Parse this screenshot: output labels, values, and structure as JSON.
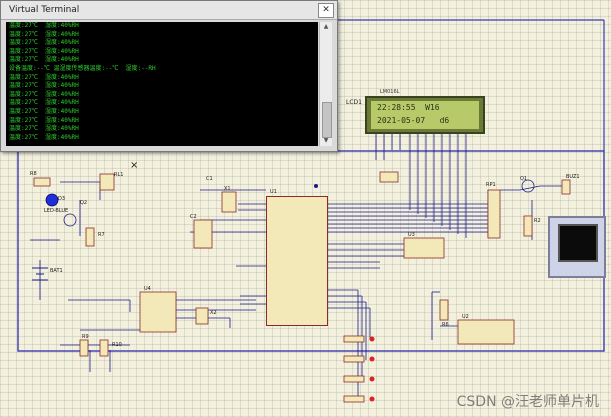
{
  "terminal": {
    "title": "Virtual Terminal",
    "close_glyph": "✕",
    "lines": [
      "温度:27℃  湿度:40%RH",
      "温度:27℃  湿度:40%RH",
      "温度:27℃  湿度:40%RH",
      "温度:27℃  湿度:40%RH",
      "温度:27℃  湿度:40%RH",
      "设备温度:--℃ 温湿度传感器温度:--℃  湿度:--RH",
      "温度:27℃  湿度:40%RH",
      "温度:27℃  湿度:40%RH",
      "温度:27℃  湿度:40%RH",
      "温度:27℃  湿度:40%RH",
      "温度:27℃  湿度:40%RH",
      "温度:27℃  湿度:40%RH",
      "温度:27℃  湿度:40%RH",
      "温度:27℃  湿度:40%RH"
    ]
  },
  "lcd": {
    "label": "LCD1",
    "part": "LM016L",
    "row1": "22:28:55  W16",
    "row2": "2021-05-07   d6"
  },
  "mcu": {
    "label": "U1"
  },
  "components": {
    "r8": "R8",
    "d3": "D3",
    "led": "LED-BLUE",
    "rl1": "RL1",
    "q2": "Q2",
    "r7": "R7",
    "bat1": "BAT1",
    "u4": "U4",
    "x2": "X2",
    "r9": "R9",
    "r10": "R10",
    "u3": "U3",
    "rp1": "RP1",
    "q1": "Q1",
    "buz1": "BUZ1",
    "r2": "R2",
    "u2": "U2",
    "r6": "R6",
    "c1": "C1",
    "c2": "C2",
    "x1": "X1"
  },
  "colors": {
    "wire": "#1a1a8c",
    "border": "#3b3bb0",
    "part": "#8a2a2a",
    "terminal_text": "#2fd12f"
  },
  "watermark": "CSDN @汪老师单片机"
}
